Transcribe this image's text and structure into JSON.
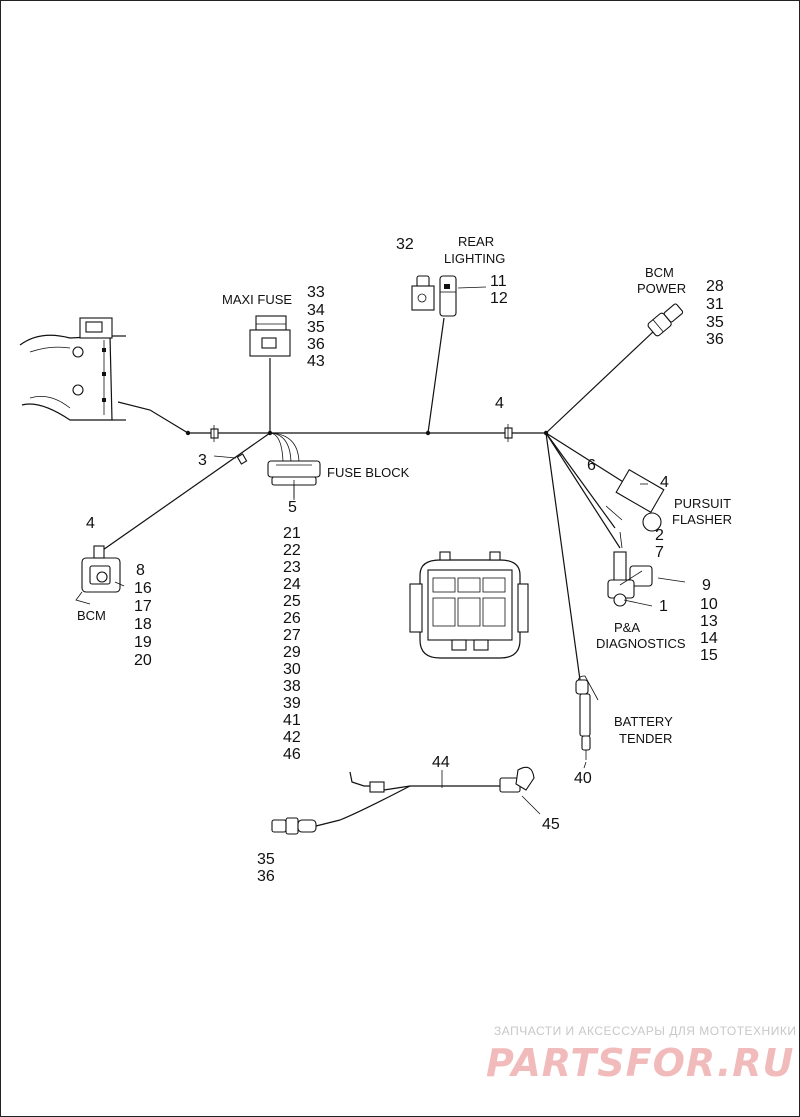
{
  "callouts": {
    "c3": "3",
    "c4_left": "4",
    "c4_center": "4",
    "c4_flasher": "4",
    "c5": "5",
    "c32": "32",
    "bcm_numbers": [
      "8",
      "16",
      "17",
      "18",
      "19",
      "20"
    ],
    "maxi_fuse_numbers": [
      "33",
      "34",
      "35",
      "36",
      "43"
    ],
    "rear_lighting_numbers": [
      "11",
      "12"
    ],
    "bcm_power_numbers": [
      "28",
      "31",
      "35",
      "36"
    ],
    "fuse_block_numbers": [
      "21",
      "22",
      "23",
      "24",
      "25",
      "26",
      "27",
      "29",
      "30",
      "38",
      "39",
      "41",
      "42",
      "46"
    ],
    "flasher_numbers": [
      "6",
      "2",
      "7"
    ],
    "diag_right_numbers": [
      "9",
      "10",
      "13",
      "14",
      "15"
    ],
    "c1": "1",
    "c40": "40",
    "c44": "44",
    "c45": "45",
    "bottom_left_numbers": [
      "35",
      "36"
    ]
  },
  "labels": {
    "maxi_fuse": "MAXI FUSE",
    "rear_lighting_1": "REAR",
    "rear_lighting_2": "LIGHTING",
    "bcm_power_1": "BCM",
    "bcm_power_2": "POWER",
    "fuse_block": "FUSE BLOCK",
    "bcm": "BCM",
    "pursuit_flasher_1": "PURSUIT",
    "pursuit_flasher_2": "FLASHER",
    "pa_diag_1": "P&A",
    "pa_diag_2": "DIAGNOSTICS",
    "battery_tender_1": "BATTERY",
    "battery_tender_2": "TENDER"
  },
  "watermark": {
    "tagline": "ЗАПЧАСТИ И АКСЕССУАРЫ ДЛЯ МОТОТЕХНИКИ",
    "brand": "PARTSFOR.RU",
    "brand_color": "#e88e8e"
  }
}
